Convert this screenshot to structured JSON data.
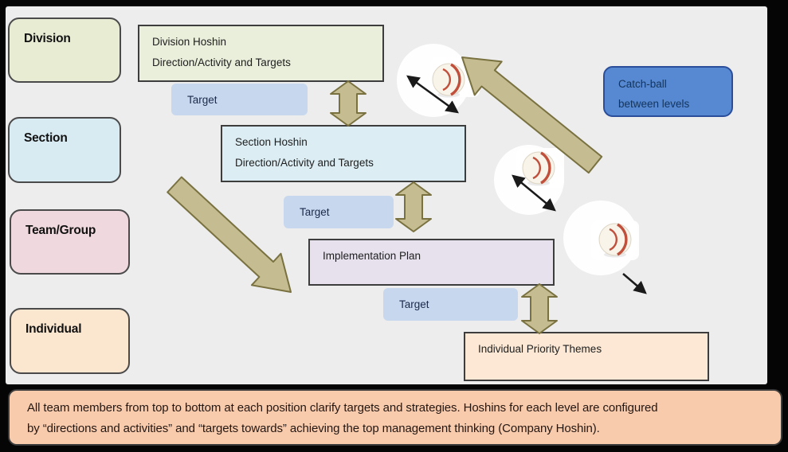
{
  "diagram_title_implicit": "Hoshin catch-ball between organizational levels",
  "palette": {
    "canvas_bg": "#000000",
    "stage_bg": "#EDEDEE",
    "division_green": "#E7ECD3",
    "section_blue": "#D9EBF2",
    "team_pink": "#F0D9DE",
    "individual_peach": "#FBE6D0",
    "division_box": "#EAEFDB",
    "section_box": "#DCEEF4",
    "implementation_box": "#E6E1ED",
    "priority_box": "#FCE8D4",
    "target_chip": "#C6D7EE",
    "catchball_blue": "#5689D1",
    "banner_peach": "#F8CBAD",
    "olive_arrow": "#C5BC92",
    "olive_arrow_border": "#79713F"
  },
  "levels": [
    {
      "label": "Division"
    },
    {
      "label": "Section"
    },
    {
      "label": "Team/Group"
    },
    {
      "label": "Individual"
    }
  ],
  "boxes": {
    "division_hoshin": {
      "title": "Division Hoshin",
      "subtitle": "Direction/Activity and Targets"
    },
    "section_hoshin": {
      "title": "Section Hoshin",
      "subtitle": "Direction/Activity and Targets"
    },
    "implementation_plan": {
      "title": "Implementation Plan"
    },
    "individual_priority_themes": {
      "title": "Individual Priority Themes"
    }
  },
  "targets": [
    {
      "label": "Target"
    },
    {
      "label": "Target"
    },
    {
      "label": "Target"
    }
  ],
  "catchball": {
    "line1": "Catch-ball",
    "line2": "between levels"
  },
  "banner": {
    "line1": "All team members from top to bottom at each position clarify targets and strategies.  Hoshins for each level are configured",
    "line2": "by “directions and activities” and “targets towards” achieving the top management thinking (Company Hoshin)."
  },
  "icons": {
    "baseball-icon": "white ball with red seams (svg circle + red arcs)",
    "catchball-arrow-icon": "thin black diagonal double-headed arrow",
    "level-link-arrow-icon": "olive vertical double-headed block arrow",
    "flow-arrow-icon": "olive diagonal block arrow"
  }
}
